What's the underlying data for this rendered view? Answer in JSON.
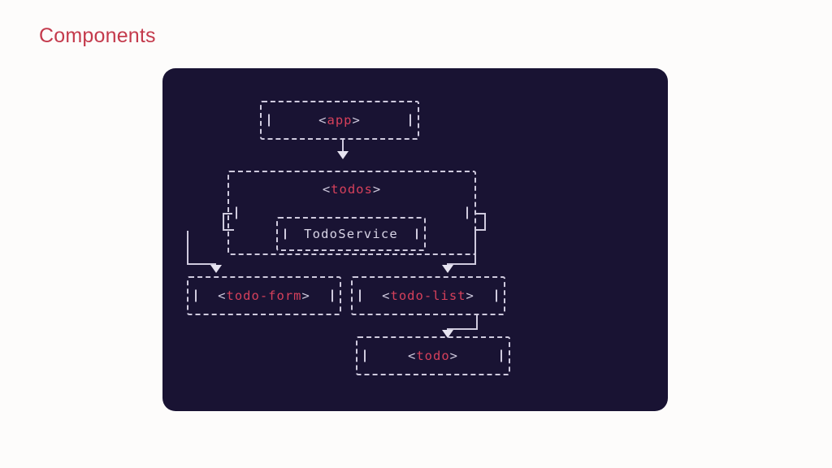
{
  "slide": {
    "title": "Components",
    "title_color": "#c43a4c",
    "background_color": "#fdfcfb"
  },
  "panel": {
    "background_color": "#191333",
    "line_color": "#cfcade",
    "tag_name_color": "#d6405b"
  },
  "diagram": {
    "type": "ascii-component-tree",
    "nodes": [
      {
        "id": "app",
        "kind": "component-tag",
        "open": "<",
        "name": "app",
        "close": ">",
        "label": "<app>",
        "level": 0
      },
      {
        "id": "todos",
        "kind": "component-tag",
        "open": "<",
        "name": "todos",
        "close": ">",
        "label": "<todos>",
        "level": 1
      },
      {
        "id": "todoservice",
        "kind": "service",
        "label": "TodoService",
        "level": 2
      },
      {
        "id": "todo-form",
        "kind": "component-tag",
        "open": "<",
        "name": "todo-form",
        "close": ">",
        "label": "<todo-form>",
        "level": 2
      },
      {
        "id": "todo-list",
        "kind": "component-tag",
        "open": "<",
        "name": "todo-list",
        "close": ">",
        "label": "<todo-list>",
        "level": 2
      },
      {
        "id": "todo",
        "kind": "component-tag",
        "open": "<",
        "name": "todo",
        "close": ">",
        "label": "<todo>",
        "level": 3
      }
    ],
    "edges": [
      {
        "from": "app",
        "to": "todos",
        "arrow": "down-triangle"
      },
      {
        "from": "todos",
        "to": "todo-form",
        "arrow": "down-triangle"
      },
      {
        "from": "todos",
        "to": "todo-list",
        "arrow": "down-triangle"
      },
      {
        "from": "todo-list",
        "to": "todo",
        "arrow": "down-triangle"
      }
    ]
  }
}
